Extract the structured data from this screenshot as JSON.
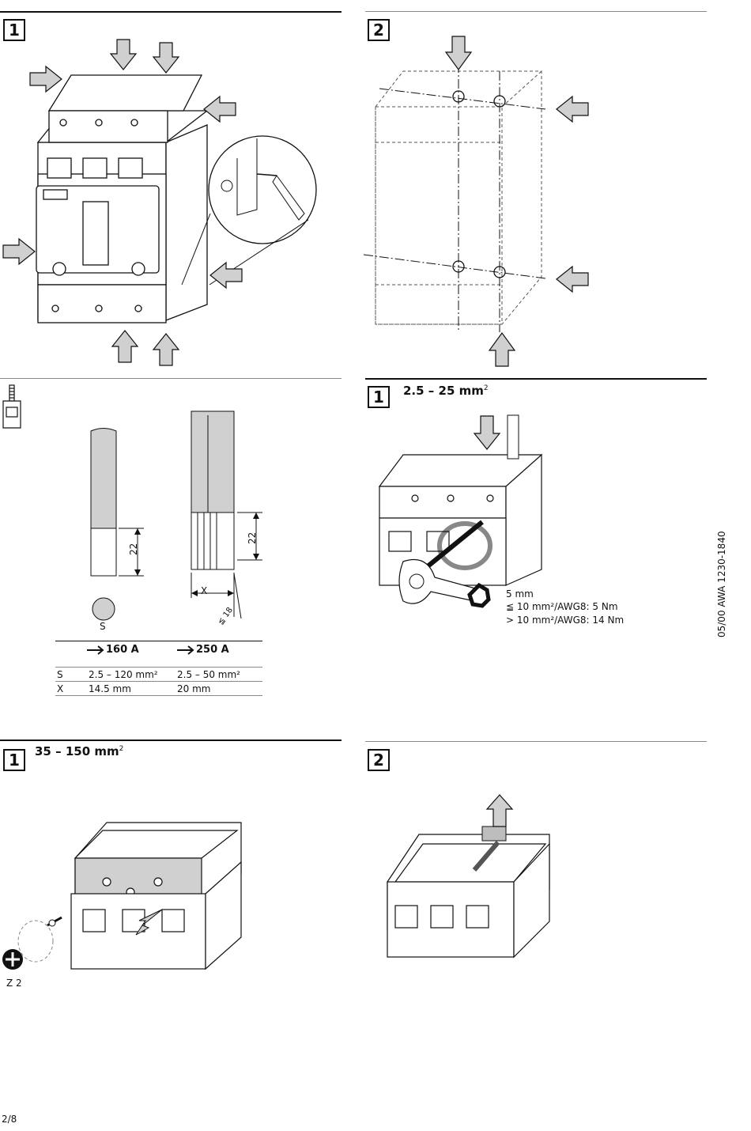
{
  "panels": {
    "p1": {
      "step": "1"
    },
    "p2": {
      "step": "2"
    },
    "p4": {
      "step": "1",
      "title": "2.5 – 25 mm",
      "title_sup": "2",
      "tool_size": "5 mm",
      "torque_1": "≦ 10 mm²/AWG8: 5 Nm",
      "torque_2": "> 10 mm²/AWG8: 14 Nm"
    },
    "p5": {
      "step": "1",
      "title": "35 – 150 mm",
      "title_sup": "2",
      "tool_label": "Z 2"
    },
    "p6": {
      "step": "2"
    }
  },
  "conductor": {
    "dim_22_a": "22",
    "dim_22_b": "22",
    "dim_x": "X",
    "dim_18": "≦ 18",
    "s_label": "S",
    "table": {
      "col1": "160 A",
      "col2": "250 A",
      "rows": [
        {
          "label": "S",
          "v1": "2.5 – 120 mm²",
          "v2": "2.5 – 50 mm²"
        },
        {
          "label": "X",
          "v1": "14.5 mm",
          "v2": "20 mm"
        }
      ]
    }
  },
  "side_code": "05/00 AWA 1230-1840",
  "page_number": "2/8"
}
